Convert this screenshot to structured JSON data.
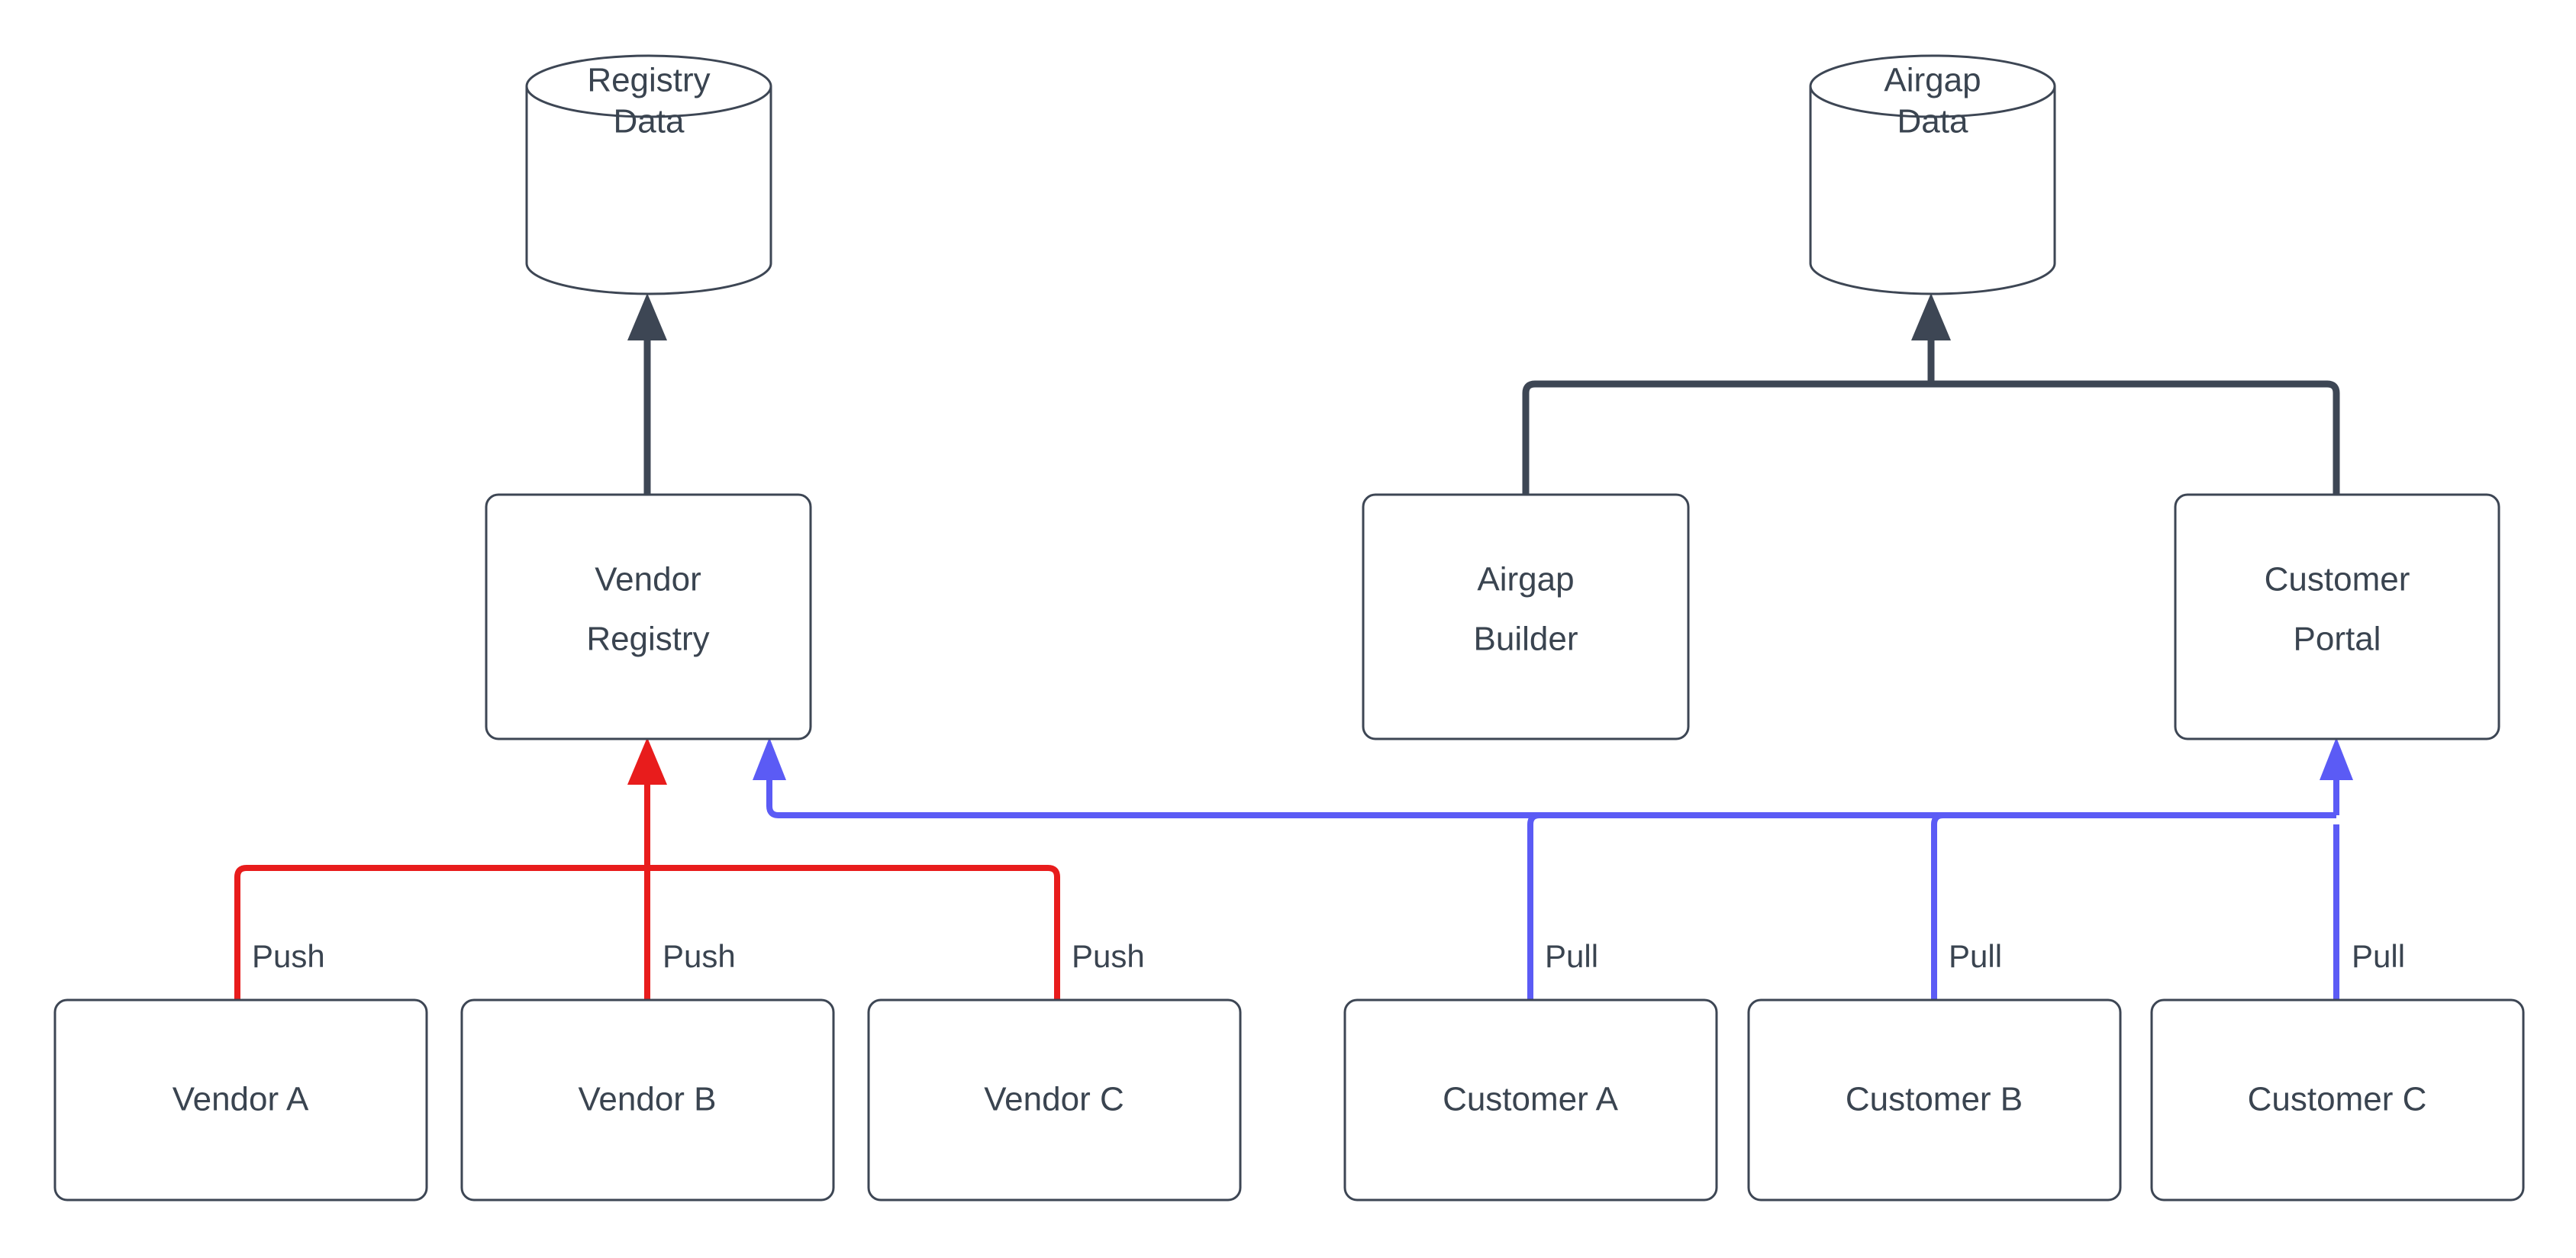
{
  "diagram": {
    "type": "flow-diagram",
    "background": "#ffffff",
    "colors": {
      "node_stroke": "#3d4654",
      "node_fill": "#ffffff",
      "text": "#3a4450",
      "push_edge": "#e81c1c",
      "pull_edge": "#5b5bf5",
      "default_edge": "#3d4654"
    },
    "datastores": [
      {
        "id": "registry-data",
        "line1": "Registry",
        "line2": "Data",
        "shape": "cylinder"
      },
      {
        "id": "airgap-data",
        "line1": "Airgap",
        "line2": "Data",
        "shape": "cylinder"
      }
    ],
    "services": [
      {
        "id": "vendor-registry",
        "line1": "Vendor",
        "line2": "Registry",
        "shape": "rounded-rect"
      },
      {
        "id": "airgap-builder",
        "line1": "Airgap",
        "line2": "Builder",
        "shape": "rounded-rect"
      },
      {
        "id": "customer-portal",
        "line1": "Customer",
        "line2": "Portal",
        "shape": "rounded-rect"
      }
    ],
    "actors": [
      {
        "id": "vendor-a",
        "label": "Vendor A",
        "edge_label": "Push",
        "edge_color": "#e81c1c"
      },
      {
        "id": "vendor-b",
        "label": "Vendor B",
        "edge_label": "Push",
        "edge_color": "#e81c1c"
      },
      {
        "id": "vendor-c",
        "label": "Vendor C",
        "edge_label": "Push",
        "edge_color": "#e81c1c"
      },
      {
        "id": "customer-a",
        "label": "Customer A",
        "edge_label": "Pull",
        "edge_color": "#5b5bf5"
      },
      {
        "id": "customer-b",
        "label": "Customer B",
        "edge_label": "Pull",
        "edge_color": "#5b5bf5"
      },
      {
        "id": "customer-c",
        "label": "Customer C",
        "edge_label": "Pull",
        "edge_color": "#5b5bf5"
      }
    ],
    "edge_labels": {
      "push_1": "Push",
      "push_2": "Push",
      "push_3": "Push",
      "pull_1": "Pull",
      "pull_2": "Pull",
      "pull_3": "Pull"
    }
  }
}
